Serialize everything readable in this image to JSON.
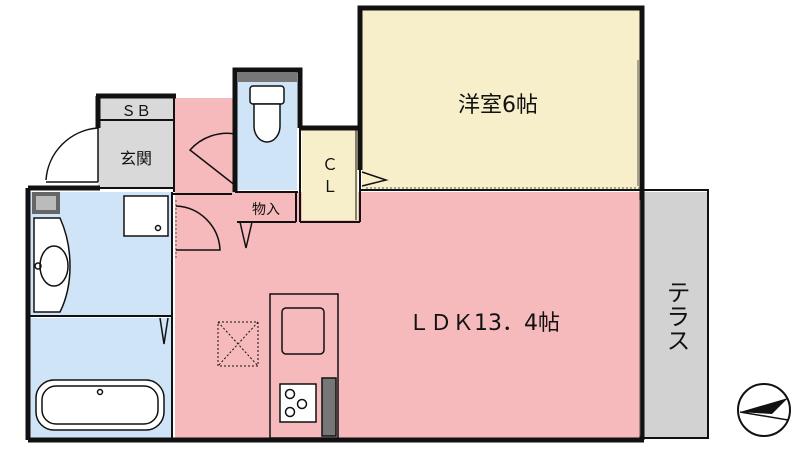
{
  "rooms": {
    "western_room": "洋室6帖",
    "ldk": "ＬＤＫ13．4帖",
    "closet_c": "Ｃ",
    "closet_l": "Ｌ",
    "shoe_box": "ＳＢ",
    "entrance": "玄関",
    "storage": "物入",
    "terrace": "テラス"
  },
  "colors": {
    "wall": "#111111",
    "western_room_fill": "#f6efc9",
    "ldk_fill": "#f6b9bc",
    "wet_area_fill": "#cfe4f7",
    "entrance_fill": "#d9d9d9",
    "terrace_fill": "#d2d2d2",
    "closet_fill": "#f6efc9"
  },
  "icons": {
    "compass": "north-arrow-icon",
    "sink": "washbasin-icon",
    "toilet": "toilet-icon",
    "bathtub": "bathtub-icon",
    "stove": "stove-icon"
  }
}
